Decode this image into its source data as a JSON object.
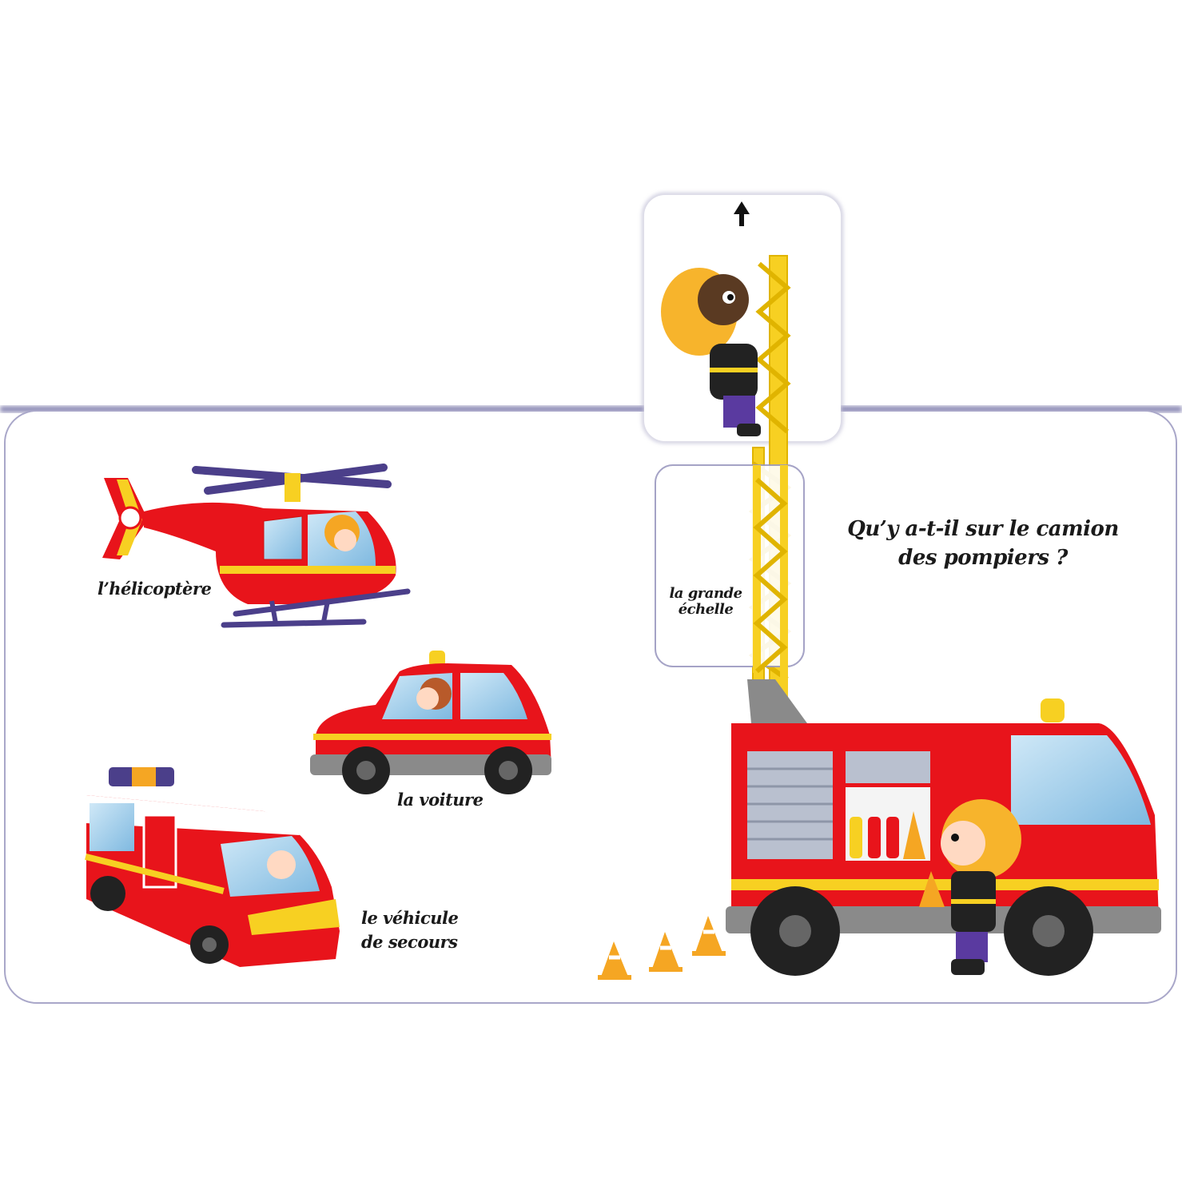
{
  "page": {
    "question_line1": "Qu’y a-t-il sur le camion",
    "question_line2": "des pompiers ?"
  },
  "vehicles": {
    "helicopter_label": "l’hélicoptère",
    "car_label": "la voiture",
    "ambulance_label_line1": "le véhicule",
    "ambulance_label_line2": "de secours"
  },
  "pull_tab": {
    "label_line1": "la grande",
    "label_line2": "échelle",
    "direction": "up"
  },
  "colors": {
    "red": "#e8141b",
    "yellow": "#f7d022",
    "orange": "#f5a623",
    "purple": "#4b3f8a",
    "grey": "#8a8a8a",
    "page_border": "#7d7ba8"
  },
  "icons": [
    "arrow-up-icon",
    "fire-icon",
    "traffic-cone-icon",
    "wheel-icon"
  ]
}
